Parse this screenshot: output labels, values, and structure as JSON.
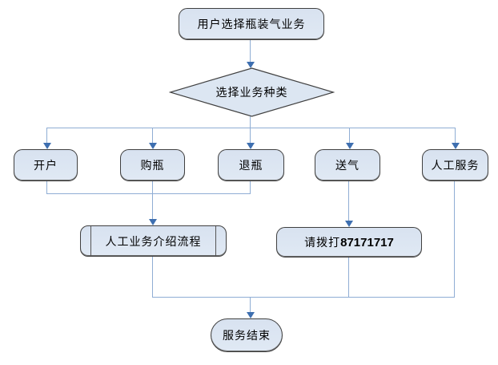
{
  "diagram": {
    "type": "flowchart",
    "nodes": {
      "start": "用户选择瓶装气业务",
      "decision": "选择业务种类",
      "open_account": "开户",
      "buy_bottle": "购瓶",
      "return_bottle": "退瓶",
      "deliver_gas": "送气",
      "manual_service": "人工服务",
      "intro_process": "人工业务介绍流程",
      "call_prefix": "请拨打",
      "call_number": "87171717",
      "end": "服务结束"
    },
    "colors": {
      "node_fill": "#dce6f2",
      "node_border": "#404040",
      "connector_line": "#8fadd4",
      "arrowhead": "#3e6fb0"
    }
  }
}
